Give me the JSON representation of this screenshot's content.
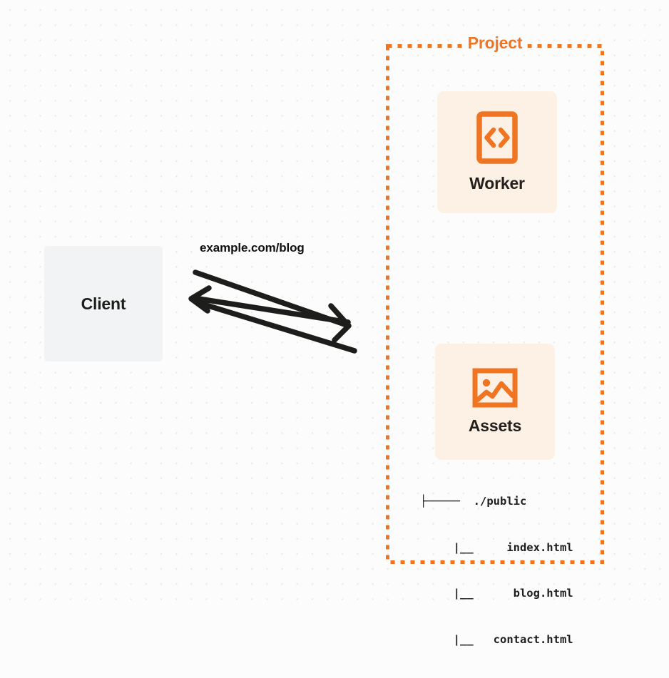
{
  "canvas": {
    "background_color": "#fcfcfc",
    "grid_dot_color": "#ececec",
    "accent_color": "#f07523",
    "card_fill_color": "#fdf1e5",
    "client_fill_color": "#f2f3f5",
    "text_color": "#1d1d1b"
  },
  "client": {
    "label": "Client"
  },
  "connection": {
    "label": "example.com/blog",
    "request_direction": "client-to-project",
    "response_direction": "project-to-client",
    "stroke_color": "#1d1d1b"
  },
  "project": {
    "title": "Project",
    "border_style": "dashed",
    "border_color": "#f07523",
    "services": [
      {
        "name": "Worker",
        "icon": "code-brackets-icon",
        "icon_color": "#f07523"
      },
      {
        "name": "Assets",
        "icon": "image-picture-icon",
        "icon_color": "#f07523"
      }
    ],
    "file_tree": {
      "root": "./public",
      "lines": [
        "├─────  ./public",
        "     |__     index.html",
        "     |__      blog.html",
        "     |__   contact.html"
      ],
      "files": [
        "index.html",
        "blog.html",
        "contact.html"
      ]
    }
  }
}
